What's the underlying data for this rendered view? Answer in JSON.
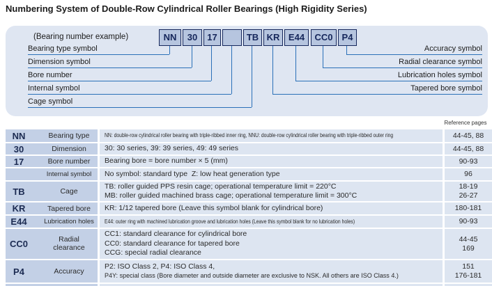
{
  "title": "Numbering System of Double-Row Cylindrical Roller Bearings (High Rigidity Series)",
  "diagram": {
    "example_label": "(Bearing number example)",
    "boxes": [
      "NN",
      "30",
      "17",
      "",
      "TB",
      "KR",
      "E44",
      "CC0",
      "P4"
    ],
    "left_labels": [
      "Bearing type symbol",
      "Dimension symbol",
      "Bore number",
      "Internal symbol",
      "Cage symbol"
    ],
    "right_labels": [
      "Accuracy symbol",
      "Radial clearance symbol",
      "Lubrication holes symbol",
      "Tapered bore symbol"
    ]
  },
  "table": {
    "reference_header": "Reference pages",
    "rows": [
      {
        "symbol": "NN",
        "category": "Bearing type",
        "description": [
          "NN: double-row cylindrical roller bearing with triple-ribbed inner ring, NNU: double-row cylindrical roller bearing with triple-ribbed outer ring"
        ],
        "pages": [
          "44-45, 88"
        ]
      },
      {
        "symbol": "30",
        "category": "Dimension",
        "description": [
          "30: 30 series, 39: 39 series, 49: 49 series"
        ],
        "pages": [
          "44-45, 88"
        ]
      },
      {
        "symbol": "17",
        "category": "Bore number",
        "description": [
          "Bearing bore = bore number × 5 (mm)"
        ],
        "pages": [
          "90-93"
        ]
      },
      {
        "symbol": "",
        "category": "Internal symbol",
        "description": [
          "No symbol: standard type  Z: low heat generation type"
        ],
        "pages": [
          "96"
        ]
      },
      {
        "symbol": "TB",
        "category": "Cage",
        "description": [
          "TB: roller guided PPS resin cage; operational temperature limit = 220°C",
          "MB: roller guided machined brass cage; operational temperature limit = 300°C"
        ],
        "pages": [
          "18-19",
          "26-27"
        ]
      },
      {
        "symbol": "KR",
        "category": "Tapered bore",
        "description": [
          "KR: 1/12 tapered bore (Leave this symbol blank for cylindrical bore)"
        ],
        "pages": [
          "180-181"
        ]
      },
      {
        "symbol": "E44",
        "category": "Lubrication holes",
        "description": [
          "E44: outer ring with machined lubrication groove and lubrication holes (Leave this symbol blank for no lubrication holes)"
        ],
        "pages": [
          "90-93"
        ]
      },
      {
        "symbol": "CC0",
        "category": "Radial clearance",
        "description": [
          "CC1: standard clearance for cylindrical bore",
          "CC0: standard clearance for tapered bore",
          "CCG: special radial clearance"
        ],
        "pages": [
          "44-45",
          "169"
        ]
      },
      {
        "symbol": "P4",
        "category": "Accuracy",
        "description": [
          "P2: ISO Class 2, P4: ISO Class 4,",
          "P4Y: special class (Bore diameter and outside diameter are exclusive to NSK. All others are ISO Class 4.)"
        ],
        "pages": [
          "151",
          "176-181"
        ]
      }
    ]
  },
  "colors": {
    "panel_bg": "#dfe6f2",
    "cell_blue": "#c3d0e6",
    "cell_light": "#dde5f1",
    "box_fill": "#b6c5df",
    "box_border": "#16275b",
    "connector_blue": "#2a70b8",
    "symbol_text": "#1c2b52"
  }
}
